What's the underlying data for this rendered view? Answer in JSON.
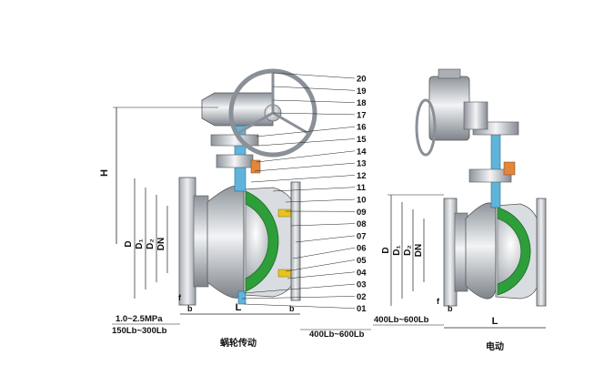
{
  "left_view": {
    "caption": "蜗轮传动",
    "dims": {
      "H": "H",
      "D": "D",
      "D1": "D₁",
      "D2": "D₂",
      "DN": "DN",
      "L": "L",
      "b": "b",
      "f": "f"
    },
    "pressure_line1": "1.0~2.5MPa",
    "pressure_line2": "150Lb~300Lb",
    "pressure_right": "400Lb~600Lb",
    "part_numbers": [
      "20",
      "19",
      "18",
      "17",
      "16",
      "15",
      "14",
      "13",
      "12",
      "11",
      "10",
      "09",
      "08",
      "07",
      "06",
      "05",
      "04",
      "03",
      "02",
      "01"
    ]
  },
  "right_view": {
    "caption": "电动",
    "dims": {
      "D": "D",
      "D1": "D₁",
      "D2": "D₂",
      "DN": "DN",
      "L": "L",
      "b": "b",
      "f": "f"
    },
    "pressure": "400Lb~600Lb"
  },
  "colors": {
    "body": "#c9cdd2",
    "seat_green": "#2e9e3a",
    "stem_blue": "#5fb4da",
    "packing_yellow": "#e8c21e",
    "gland_orange": "#e0873a"
  }
}
